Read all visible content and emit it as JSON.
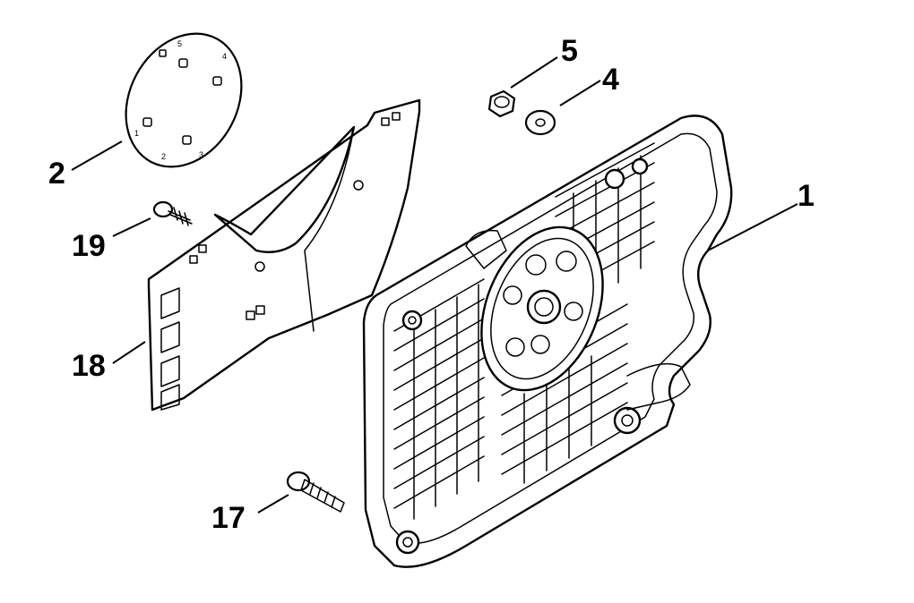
{
  "colors": {
    "guard_accent": "#f08030",
    "ink": "#000000",
    "background": "#ffffff"
  },
  "callouts": [
    {
      "id": "1",
      "label": "1"
    },
    {
      "id": "2",
      "label": "2"
    },
    {
      "id": "4",
      "label": "4"
    },
    {
      "id": "5",
      "label": "5"
    },
    {
      "id": "17",
      "label": "17"
    },
    {
      "id": "18",
      "label": "18"
    },
    {
      "id": "19",
      "label": "19"
    }
  ],
  "dial_marks": [
    "5",
    "4",
    "1",
    "2",
    "3"
  ]
}
